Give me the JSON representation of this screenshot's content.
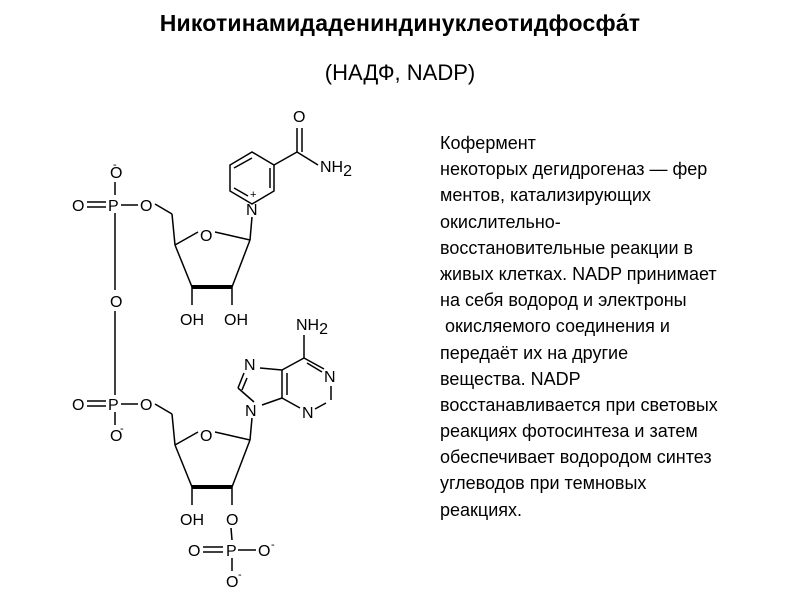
{
  "title": "Никотинамидадениндинуклеотидфосфа́т",
  "subtitle": "(НАДФ, NADP)",
  "description_lines": [
    "Кофермент",
    "некоторых дегидрогеназ — фер",
    "ментов, катализирующих",
    "окислительно-",
    "восстановительные реакции в",
    "живых клетках. NADP принимает",
    "на себя водород и электроны",
    " окисляемого соединения и",
    "передаёт их на другие",
    "вещества. NADP",
    "восстанавливается при световых",
    "реакциях фотосинтеза и затем",
    "обеспечивает водородом синтез",
    "углеводов при темновых",
    "реакциях."
  ],
  "structure_labels": {
    "o_minus_1": "O",
    "minus_1": "-",
    "o_dbl_1": "O",
    "p_1": "P",
    "o_link_1": "O",
    "o_bridge": "O",
    "o_dbl_2": "O",
    "p_2": "P",
    "o_link_2": "O",
    "o_minus_2": "O",
    "minus_2": "-",
    "ring_o_1": "O",
    "ring_o_2": "O",
    "oh_1": "OH",
    "oh_2": "OH",
    "oh_3": "OH",
    "amide_o": "O",
    "amide_nh2": "NH",
    "amide_nh2_sub": "2",
    "pyridinium_n": "N",
    "plus": "+",
    "adenine_nh2": "NH",
    "adenine_nh2_sub": "2",
    "ad_n7": "N",
    "ad_n9": "N",
    "ad_n1": "N",
    "ad_n3": "N",
    "phos_o_link": "O",
    "phos_o_dbl": "O",
    "phos_p": "P",
    "phos_o_right": "O",
    "phos_minus_right": "-",
    "phos_o_bottom": "O",
    "phos_minus_bottom": "-"
  }
}
